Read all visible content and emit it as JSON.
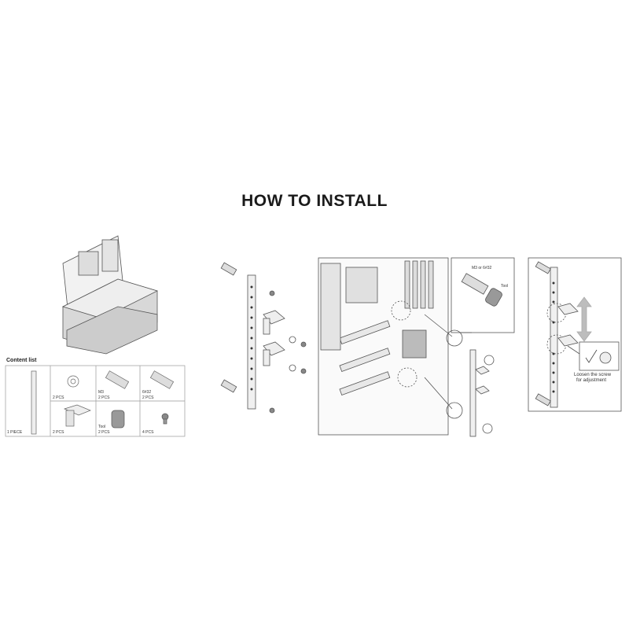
{
  "title": "HOW TO INSTALL",
  "content_list": {
    "heading": "Content list",
    "items": [
      {
        "qty": "1 PIECE",
        "name": ""
      },
      {
        "qty": "2 PCS",
        "name": ""
      },
      {
        "qty": "2 PCS",
        "name": "M3"
      },
      {
        "qty": "2 PCS",
        "name": "6#32"
      },
      {
        "qty": "2 PCS",
        "name": ""
      },
      {
        "qty": "2 PCS",
        "name": "Tool"
      },
      {
        "qty": "4 PCS",
        "name": ""
      }
    ]
  },
  "step3": {
    "standoff_label": "M3 or 6#32",
    "tool_label": "Tool"
  },
  "step4": {
    "note_line1": "Loosen the screw",
    "note_line2": "for adjustment"
  },
  "colors": {
    "line": "#555555",
    "fill": "#e6e6e6",
    "arrow": "#bdbdbd"
  }
}
